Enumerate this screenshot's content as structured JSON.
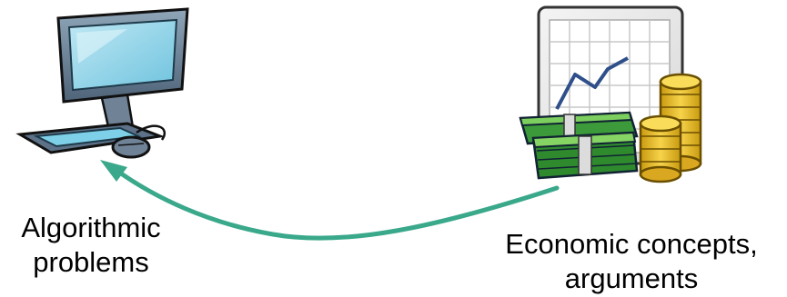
{
  "left": {
    "label_line1": "Algorithmic",
    "label_line2": "problems",
    "icon": "computer-icon"
  },
  "right": {
    "label_line1": "Economic concepts,",
    "label_line2": "arguments",
    "icon": "money-chart-icon"
  },
  "arrow": {
    "color": "#3aa88a",
    "direction": "right-to-left"
  }
}
